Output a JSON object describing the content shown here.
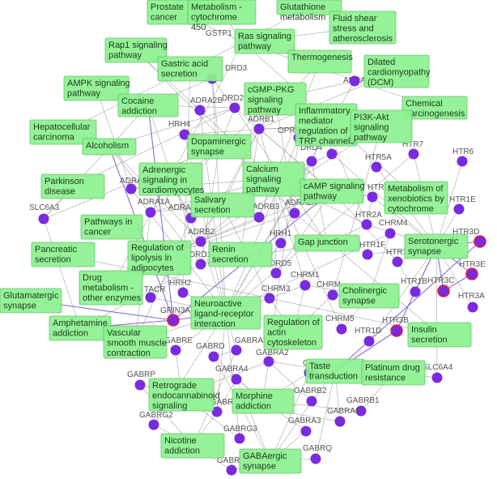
{
  "colors": {
    "edge": "#9a9a9a",
    "highlight_edge": "#7b52c8",
    "gene_node": "#7a2be0",
    "gene_highlight_ring": "#e0203a",
    "pathway_box": "#8df291",
    "pathway_box_border": "#5fbf63"
  },
  "genes": [
    {
      "id": "GSTP1",
      "label": "GSTP1"
    },
    {
      "id": "DRD3",
      "label": "DRD3"
    },
    {
      "id": "ADRA2B",
      "label": "ADRA2B"
    },
    {
      "id": "DRD2",
      "label": "DRD2"
    },
    {
      "id": "ADRA2",
      "label": "ADRA"
    },
    {
      "id": "HRH4",
      "label": "HRH4"
    },
    {
      "id": "ADRB1",
      "label": "ADRB1"
    },
    {
      "id": "OPRK",
      "label": "OPRK"
    },
    {
      "id": "HTR2B",
      "label": "HTR2B"
    },
    {
      "id": "DRD4",
      "label": "DRD4"
    },
    {
      "id": "HTR5A",
      "label": "HTR5A"
    },
    {
      "id": "HTR7",
      "label": "HTR7"
    },
    {
      "id": "HTR6",
      "label": "HTR6"
    },
    {
      "id": "ADRA1B",
      "label": "ADRA"
    },
    {
      "id": "HTR2C",
      "label": "HTR2C"
    },
    {
      "id": "HTR1E",
      "label": "HTR1E"
    },
    {
      "id": "SLC6A3",
      "label": "SLC6A3"
    },
    {
      "id": "ADRA1A",
      "label": "ADRA1A"
    },
    {
      "id": "ADRA1D",
      "label": "ADRA"
    },
    {
      "id": "ADRB3",
      "label": "ADRB3"
    },
    {
      "id": "ADRA2A",
      "label": "ADRA2A"
    },
    {
      "id": "HTR2A",
      "label": "HTR2A"
    },
    {
      "id": "CHRM4",
      "label": "CHRM4"
    },
    {
      "id": "HTR3D",
      "label": "HTR3D"
    },
    {
      "id": "ADRB2",
      "label": "ADRB2"
    },
    {
      "id": "HRH1",
      "label": "HRH1"
    },
    {
      "id": "HTR1F",
      "label": "HTR1F"
    },
    {
      "id": "HTR1A",
      "label": "HTR1"
    },
    {
      "id": "HTR3E",
      "label": "HTR3E"
    },
    {
      "id": "DRD1",
      "label": "DRD1"
    },
    {
      "id": "DRD5",
      "label": "DRD5"
    },
    {
      "id": "CHRM1",
      "label": "CHRM1"
    },
    {
      "id": "CHRM2",
      "label": "CHRM"
    },
    {
      "id": "HTR1B",
      "label": "HTR1B"
    },
    {
      "id": "HTR3C",
      "label": "HTR3C"
    },
    {
      "id": "HTR3A",
      "label": "HTR3A"
    },
    {
      "id": "HRH2",
      "label": "HRH2"
    },
    {
      "id": "CHRM3",
      "label": "CHRM3"
    },
    {
      "id": "TACR",
      "label": "TACR"
    },
    {
      "id": "GRIN3A",
      "label": "GRIN3A"
    },
    {
      "id": "CHRM5",
      "label": "CHRM5"
    },
    {
      "id": "HTR3B",
      "label": "HTR3B"
    },
    {
      "id": "HTR1D",
      "label": "HTR1D"
    },
    {
      "id": "GABRE",
      "label": "GABRE"
    },
    {
      "id": "GABRD",
      "label": "GABRD"
    },
    {
      "id": "GABRA5",
      "label": "GABRA5"
    },
    {
      "id": "GABRA2",
      "label": "GABRA2"
    },
    {
      "id": "GABRB1",
      "label": "GABRB"
    },
    {
      "id": "SLC6A4",
      "label": "SLC6A4"
    },
    {
      "id": "GABRP",
      "label": "GABRP"
    },
    {
      "id": "GABRA4",
      "label": "GABRA4"
    },
    {
      "id": "GABRB3",
      "label": "GABR"
    },
    {
      "id": "GABRB2",
      "label": "GABRB2"
    },
    {
      "id": "GABRRB1",
      "label": "GABRB1"
    },
    {
      "id": "GABRA6",
      "label": "GABRA6"
    },
    {
      "id": "GABRG2",
      "label": "GABRG2"
    },
    {
      "id": "GABRA3",
      "label": "GABRA3"
    },
    {
      "id": "GABRG3",
      "label": "GABRG3"
    },
    {
      "id": "GABRQ",
      "label": "GABRQ"
    },
    {
      "id": "GABR",
      "label": "GABR"
    }
  ],
  "pathways": [
    {
      "id": "prostate_cancer",
      "lines": [
        "Prostate",
        "cancer"
      ]
    },
    {
      "id": "metabolism_cyp450",
      "lines": [
        "Metabolism -",
        "cytochrome",
        "450"
      ]
    },
    {
      "id": "glutathione",
      "lines": [
        "Glutathione",
        "metabolism"
      ]
    },
    {
      "id": "fluid_shear",
      "lines": [
        "Fluid shear",
        "stress and",
        "atherosclerosis"
      ]
    },
    {
      "id": "rap1",
      "lines": [
        "Rap1 signaling",
        "pathway"
      ]
    },
    {
      "id": "ras",
      "lines": [
        "Ras signaling",
        "pathway"
      ]
    },
    {
      "id": "gastric_acid",
      "lines": [
        "Gastric acid",
        "secretion"
      ]
    },
    {
      "id": "thermogenesis",
      "lines": [
        "Thermogenesis"
      ]
    },
    {
      "id": "dilated_cm",
      "lines": [
        "Dilated",
        "cardiomyopathy",
        "(DCM)"
      ]
    },
    {
      "id": "ampk",
      "lines": [
        "AMPK signaling",
        "pathway"
      ]
    },
    {
      "id": "cgmp_pkg",
      "lines": [
        "cGMP-PKG",
        "signaling",
        "pathway"
      ]
    },
    {
      "id": "cocaine",
      "lines": [
        "Cocaine",
        "addiction"
      ]
    },
    {
      "id": "chemical_carcino",
      "lines": [
        "Chemical",
        "carcinogenesis"
      ]
    },
    {
      "id": "inflammatory_trp",
      "lines": [
        "Inflammatory",
        "mediator",
        "regulation of",
        "TRP channels"
      ]
    },
    {
      "id": "pi3k_akt",
      "lines": [
        "PI3K-Akt",
        "signaling",
        "pathway"
      ]
    },
    {
      "id": "hepatocellular",
      "lines": [
        "Hepatocellular",
        "carcinoma"
      ]
    },
    {
      "id": "alcoholism",
      "lines": [
        "Alcoholism"
      ]
    },
    {
      "id": "dopaminergic",
      "lines": [
        "Dopaminergic",
        "synapse"
      ]
    },
    {
      "id": "parkinson",
      "lines": [
        "Parkinson",
        "disease"
      ]
    },
    {
      "id": "adrenergic_cardio",
      "lines": [
        "Adrenergic",
        "signaling in",
        "cardiomyocytes"
      ]
    },
    {
      "id": "calcium",
      "lines": [
        "Calcium",
        "signaling",
        "pathway"
      ]
    },
    {
      "id": "camp",
      "lines": [
        "cAMP signaling",
        "pathway"
      ]
    },
    {
      "id": "xenobiotics",
      "lines": [
        "Metabolism of",
        "xenobiotics by",
        "cytochrome"
      ]
    },
    {
      "id": "salivary",
      "lines": [
        "Salivary",
        "secretion"
      ]
    },
    {
      "id": "pathways_in_cancer",
      "lines": [
        "Pathways in",
        "cancer"
      ]
    },
    {
      "id": "gap_junction",
      "lines": [
        "Gap junction"
      ]
    },
    {
      "id": "serotonergic",
      "lines": [
        "Serotonergic",
        "synapse"
      ]
    },
    {
      "id": "pancreatic",
      "lines": [
        "Pancreatic",
        "secretion"
      ]
    },
    {
      "id": "lipolysis",
      "lines": [
        "Regulation of",
        "lipolysis in",
        "adipocytes"
      ]
    },
    {
      "id": "renin",
      "lines": [
        "Renin",
        "secretion"
      ]
    },
    {
      "id": "drug_met_other",
      "lines": [
        "Drug",
        "metabolism -",
        "other enzymes"
      ]
    },
    {
      "id": "glutamatergic",
      "lines": [
        "Glutamatergic",
        "synapse"
      ]
    },
    {
      "id": "neuroactive",
      "lines": [
        "Neuroactive",
        "ligand-receptor",
        "interaction"
      ]
    },
    {
      "id": "cholinergic",
      "lines": [
        "Cholinergic",
        "synapse"
      ]
    },
    {
      "id": "amphetamine",
      "lines": [
        "Amphetamine",
        "addiction"
      ]
    },
    {
      "id": "vascular_smooth",
      "lines": [
        "Vascular",
        "smooth muscle",
        "contraction"
      ]
    },
    {
      "id": "actin",
      "lines": [
        "Regulation of",
        "actin",
        "cytoskeleton"
      ]
    },
    {
      "id": "insulin",
      "lines": [
        "Insulin",
        "secretion"
      ]
    },
    {
      "id": "taste",
      "lines": [
        "Taste",
        "transduction"
      ]
    },
    {
      "id": "platinum",
      "lines": [
        "Platinum drug",
        "resistance"
      ]
    },
    {
      "id": "retrograde",
      "lines": [
        "Retrograde",
        "endocannabinoid",
        "signaling"
      ]
    },
    {
      "id": "morphine",
      "lines": [
        "Morphine",
        "addiction"
      ]
    },
    {
      "id": "nicotine",
      "lines": [
        "Nicotine",
        "addiction"
      ]
    },
    {
      "id": "gabaergic",
      "lines": [
        "GABAergic",
        "synapse"
      ]
    }
  ]
}
